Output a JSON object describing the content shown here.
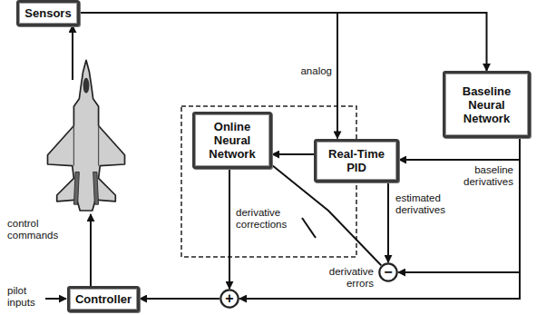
{
  "diagram": {
    "nodes": [
      {
        "text": [
          "Sensors"
        ]
      },
      {
        "text": [
          "Baseline Neural Network"
        ]
      },
      {
        "text": [
          "Online Neural Network"
        ]
      },
      {
        "text": [
          "Real-Time PID"
        ]
      },
      {
        "text": [
          "−"
        ]
      },
      {
        "text": [
          "Controller"
        ]
      },
      {
        "text": [
          "+"
        ]
      }
    ],
    "edges": [
      {
        "from": 0,
        "to": 3,
        "label": "analog",
        "arrow": "to"
      },
      {
        "from": 0,
        "to": 1,
        "arrow": "to"
      },
      {
        "from": 1,
        "to": 3,
        "label": "baseline derivatives",
        "arrow": "to"
      },
      {
        "from": 1,
        "to": 4,
        "arrow": "to"
      },
      {
        "from": 1,
        "to": 6,
        "arrow": "to"
      },
      {
        "from": 3,
        "to": 2,
        "arrow": "to"
      },
      {
        "from": 3,
        "to": 4,
        "label": "estimated derivatives",
        "arrow": "to"
      },
      {
        "from": 4,
        "to": 2,
        "label": "derivative errors",
        "arrow": "none"
      },
      {
        "from": 2,
        "to": 6,
        "label": "derivative corrections",
        "arrow": "to"
      },
      {
        "from": 6,
        "to": 5,
        "arrow": "to"
      }
    ],
    "labels": [
      "control commands",
      "pilot inputs"
    ]
  }
}
